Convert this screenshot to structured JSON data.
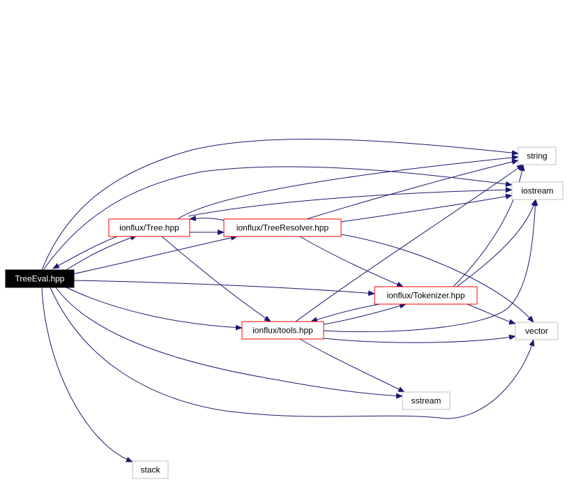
{
  "colors": {
    "edge": "#191970",
    "root_fill": "#000000",
    "root_text": "#ffffff",
    "internal_border": "#ff0000",
    "external_border": "#bfbfbf",
    "text": "#000000",
    "background": "#ffffff"
  },
  "nodes": [
    {
      "id": "treeeval",
      "label": "TreeEval.hpp",
      "kind": "root"
    },
    {
      "id": "tree",
      "label": "ionflux/Tree.hpp",
      "kind": "internal"
    },
    {
      "id": "treeresolver",
      "label": "ionflux/TreeResolver.hpp",
      "kind": "internal"
    },
    {
      "id": "tokenizer",
      "label": "ionflux/Tokenizer.hpp",
      "kind": "internal"
    },
    {
      "id": "tools",
      "label": "ionflux/tools.hpp",
      "kind": "internal"
    },
    {
      "id": "string",
      "label": "string",
      "kind": "external"
    },
    {
      "id": "iostream",
      "label": "iostream",
      "kind": "external"
    },
    {
      "id": "vector",
      "label": "vector",
      "kind": "external"
    },
    {
      "id": "sstream",
      "label": "sstream",
      "kind": "external"
    },
    {
      "id": "stack",
      "label": "stack",
      "kind": "external"
    }
  ],
  "edges": [
    {
      "from": "treeeval",
      "to": "tree"
    },
    {
      "from": "treeeval",
      "to": "treeresolver"
    },
    {
      "from": "treeeval",
      "to": "tokenizer"
    },
    {
      "from": "treeeval",
      "to": "tools"
    },
    {
      "from": "treeeval",
      "to": "string"
    },
    {
      "from": "treeeval",
      "to": "iostream"
    },
    {
      "from": "treeeval",
      "to": "vector"
    },
    {
      "from": "treeeval",
      "to": "sstream"
    },
    {
      "from": "treeeval",
      "to": "stack"
    },
    {
      "from": "tree",
      "to": "treeeval"
    },
    {
      "from": "tree",
      "to": "treeresolver"
    },
    {
      "from": "tree",
      "to": "tools"
    },
    {
      "from": "tree",
      "to": "string"
    },
    {
      "from": "tree",
      "to": "iostream"
    },
    {
      "from": "treeresolver",
      "to": "tree"
    },
    {
      "from": "treeresolver",
      "to": "tokenizer"
    },
    {
      "from": "treeresolver",
      "to": "string"
    },
    {
      "from": "treeresolver",
      "to": "iostream"
    },
    {
      "from": "treeresolver",
      "to": "vector"
    },
    {
      "from": "tokenizer",
      "to": "tools"
    },
    {
      "from": "tokenizer",
      "to": "string"
    },
    {
      "from": "tokenizer",
      "to": "iostream"
    },
    {
      "from": "tokenizer",
      "to": "vector"
    },
    {
      "from": "tools",
      "to": "tokenizer"
    },
    {
      "from": "tools",
      "to": "string"
    },
    {
      "from": "tools",
      "to": "iostream"
    },
    {
      "from": "tools",
      "to": "vector"
    },
    {
      "from": "tools",
      "to": "sstream"
    }
  ]
}
